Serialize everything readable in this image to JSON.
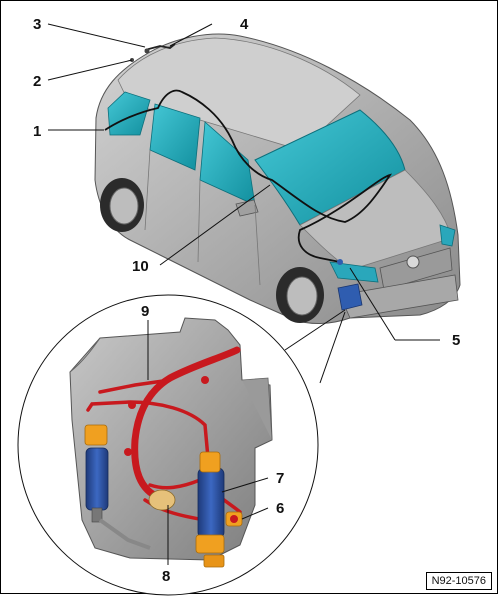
{
  "figure": {
    "reference_code": "N92-10576"
  },
  "callouts": {
    "c1": "1",
    "c2": "2",
    "c3": "3",
    "c4": "4",
    "c5": "5",
    "c6": "6",
    "c7": "7",
    "c8": "8",
    "c9": "9",
    "c10": "10"
  },
  "colors": {
    "body_gray": "#b3b3b3",
    "glass_cyan": "#1fb3c4",
    "hose_red": "#c8191e",
    "pump_blue": "#2b4f9e",
    "connector_orange": "#f0a020",
    "reservoir_gray": "#a6a6a6"
  }
}
